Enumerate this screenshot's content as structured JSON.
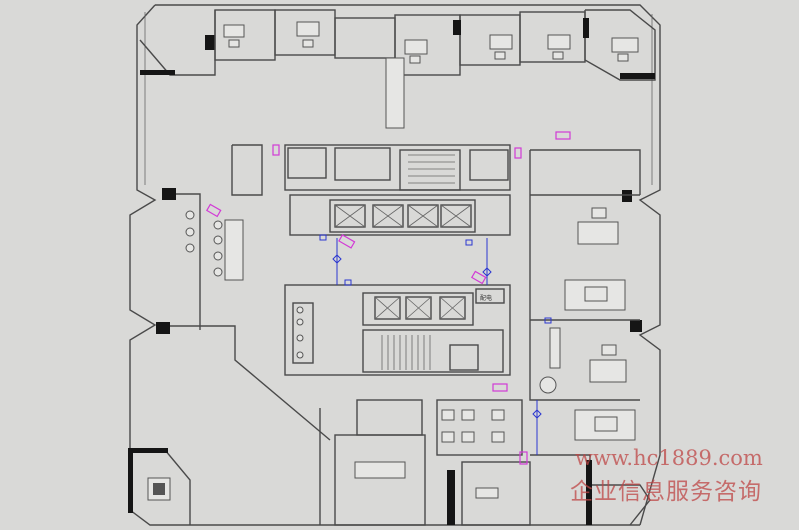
{
  "drawing": {
    "title": "Office floor plan",
    "core_label": "配电"
  },
  "watermark": {
    "url": "www.hc1889.com",
    "slogan": "企业信息服务咨询"
  },
  "colors": {
    "paper": "#d9d9d7",
    "wall": "#4a4a4a",
    "fire_equipment": "#d23ad6",
    "sensor": "#2a36d0",
    "watermark": "#be4646"
  }
}
